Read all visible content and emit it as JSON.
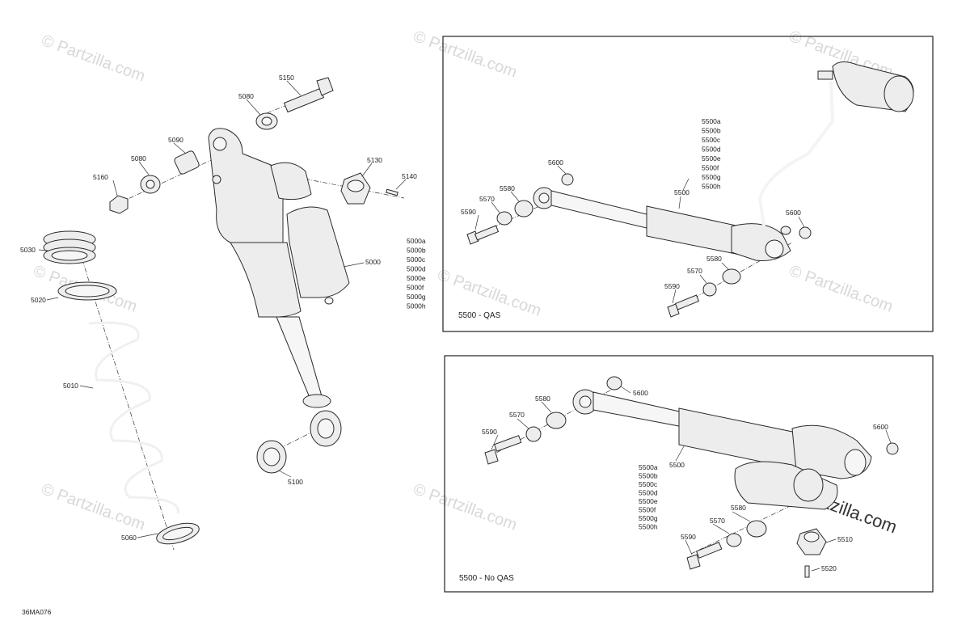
{
  "watermark": "© Partzilla.com",
  "brand_watermark": "©partzilla.com",
  "diagram_code": "36MA076",
  "left_labels": {
    "l5150": "5150",
    "l5080a": "5080",
    "l5090": "5090",
    "l5080b": "5080",
    "l5160": "5160",
    "l5130": "5130",
    "l5140": "5140",
    "l5030": "5030",
    "l5020": "5020",
    "l5010": "5010",
    "l5060": "5060",
    "l5100": "5100",
    "l5000": "5000",
    "variants": [
      "5000a",
      "5000b",
      "5000c",
      "5000d",
      "5000e",
      "5000f",
      "5000g",
      "5000h"
    ]
  },
  "qas_box": {
    "caption": "5500 - QAS",
    "l5600a": "5600",
    "l5580a": "5580",
    "l5570a": "5570",
    "l5590a": "5590",
    "l5500": "5500",
    "l5600b": "5600",
    "l5580b": "5580",
    "l5570b": "5570",
    "l5590b": "5590",
    "variants": [
      "5500a",
      "5500b",
      "5500c",
      "5500d",
      "5500e",
      "5500f",
      "5500g",
      "5500h"
    ]
  },
  "noqas_box": {
    "caption": "5500 - No QAS",
    "l5600a": "5600",
    "l5580a": "5580",
    "l5570a": "5570",
    "l5590a": "5590",
    "l5500": "5500",
    "l5600b": "5600",
    "l5580b": "5580",
    "l5570b": "5570",
    "l5590b": "5590",
    "l5510": "5510",
    "l5520": "5520",
    "variants": [
      "5500a",
      "5500b",
      "5500c",
      "5500d",
      "5500e",
      "5500f",
      "5500g",
      "5500h"
    ]
  }
}
